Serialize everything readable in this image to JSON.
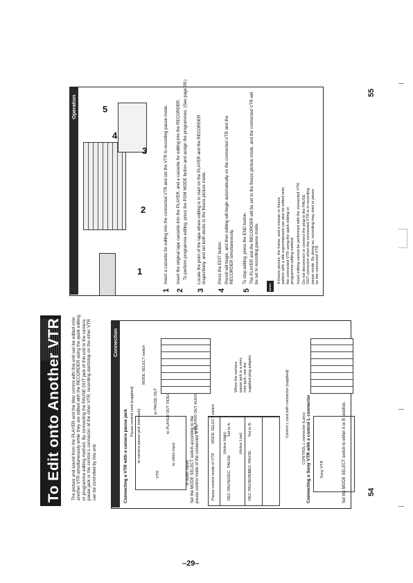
{
  "title": "To Edit onto Another VTR",
  "intro": "The picture and sound from the PLAYER and the titler control with this unit can be edited onto another VTR simultaneously while they are edited with the RECORDER using the quick editing or programme editing method. By connecting the PAUSE OUT jack of this unit to the camera pause jack or the control L connector of the other VTR, recording start/stop on the other VTR can be controlled by this unit.",
  "connection": {
    "header": "Connection",
    "sub1": "Connecting a VTR with a camera pause jack",
    "pause_cord": "Pause control cord (supplied)",
    "to_camera_pause": "to camera pause jack (minijack)",
    "to_pause_out": "to PAUSE OUT",
    "vtr": "VTR",
    "to_player_out_video": "to PLAYER OUT VIDEO",
    "to_video_input": "to video input",
    "to_player_out_audio": "to PLAYER OUT AUDIO",
    "to_audio_inputs": "to audio inputs",
    "mode_select": "MODE SELECT switch",
    "set_switch": "Set the MODE SELECT switch according to the pause control mode of the connected VTR.",
    "table_head1": "Pause control mode of VTR",
    "table_head2": "MODE SELECT switch",
    "row1_a": "REC PAUSE",
    "row1_b": "REC",
    "row1_c": "PAUSE",
    "row1_mode": "(Active High)",
    "row1_set": "Set to A.",
    "row2_a": "REC PAUSE",
    "row2_b": "REC",
    "row2_c": "REC PAUSE",
    "row2_mode": "(Active Low)",
    "row2_set": "Set to B.",
    "note_minijack": "When the camera pause jack is a mini-mini jack, use the supplied plug adaptor.",
    "sub2": "Connecting a Sony VTR with a control L connector",
    "control_l_cord": "Control L cord with connector (supplied)",
    "control_l": "CONTROL L connector (Lanc)",
    "sony_vtr": "Sony VTR",
    "set_switch2": "Set the MODE SELECT switch to either A or B position."
  },
  "operation": {
    "header": "Operation",
    "callouts": [
      "1",
      "2",
      "3",
      "4",
      "5"
    ],
    "steps": [
      {
        "n": "1",
        "text": "Insert a cassette for editing into the connected VTR and set the VTR to recording pause mode."
      },
      {
        "n": "2",
        "text": "Insert the original tape cassette into the PLAYER, and a cassette for editing into the RECORDER.",
        "sub": "To perform programme editing, press the PGM MODE button and assign the programmes. (See page 38.)"
      },
      {
        "n": "3",
        "text": "Locate the point of the tape where editing is to start on the PLAYER and the RECORDER respectively, and set both decks to the freeze picture mode."
      },
      {
        "n": "4",
        "text": "Press the EDIT button.",
        "sub": "Preroll will begin, and then editing will begin automatically on the connected VTR and the RECORDER simultaneously."
      },
      {
        "n": "5",
        "text": "To stop editing, press the END button.",
        "sub": "The PLAYER and the RECORDER will be set to the freeze picture mode, and the connected VTR will be set to recording pause mode."
      }
    ],
    "notes_label": "Notes",
    "notes": [
      "A freeze picture, the frame, and a mosaic or freeze pattern with a title superimposed can also be edited onto the connected VTR using the quick editing or programme editing method.",
      "Insert editing cannot be performed with the connected VTR.",
      "Do not disconnect or connect the plug to the PAUSE OUT connector when the connected VTR is in recording pause mode. By doing so, recording may start or pause on the connected VTR."
    ]
  },
  "pages": {
    "left": "54",
    "right": "55",
    "footer": "–29–"
  }
}
